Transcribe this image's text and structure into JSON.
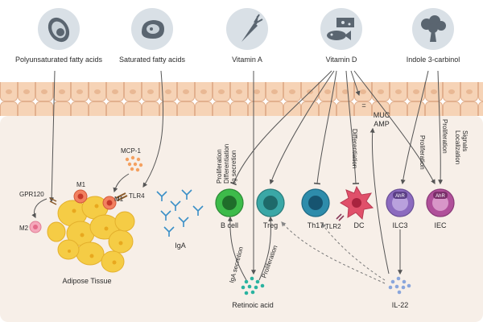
{
  "sources": [
    {
      "label": "Polyunsaturated fatty acids",
      "icon": "avocado-icon"
    },
    {
      "label": "Saturated fatty acids",
      "icon": "meat-icon"
    },
    {
      "label": "Vitamin A",
      "icon": "carrot-icon"
    },
    {
      "label": "Vitamin D",
      "icon": "fish-cheese-icon"
    },
    {
      "label": "Indole 3-carbinol",
      "icon": "broccoli-icon"
    }
  ],
  "adipose": {
    "title": "Adipose Tissue",
    "gpr120": "GPR120",
    "m1_left": "M1",
    "m1_right": "M1",
    "m2": "M2",
    "mcp1": "MCP-1",
    "tlr4": "TLR4"
  },
  "iga": "IgA",
  "cells": [
    {
      "label": "B cell",
      "color": "#3dbb4a"
    },
    {
      "label": "Treg",
      "color": "#3aa7a6"
    },
    {
      "label": "Th17",
      "color": "#2e8cab"
    },
    {
      "label": "DC",
      "color": "#e0506a"
    },
    {
      "label": "ILC3",
      "color": "#8c6bbf",
      "badge": "AhR"
    },
    {
      "label": "IEC",
      "color": "#b0509a",
      "badge": "AhR"
    }
  ],
  "tlr2": "TLR2",
  "muc_amp": {
    "line1": "MUC",
    "line2": "AMP",
    "equals": "="
  },
  "annotations": {
    "bcell_vd_1": "Proliferation",
    "bcell_vd_2": "Differentiation",
    "bcell_vd_3": "Ig secretion",
    "dc_vd": "Differentiation",
    "ilc3_vd": "Proliferation",
    "iec_1": "Localization",
    "iec_2": "Signals",
    "iec_3": "Proliferation",
    "ra_to_b": "IgA secretion",
    "ra_to_treg": "Proliferation"
  },
  "retinoic_acid": "Retinoic acid",
  "il22": "IL-22"
}
